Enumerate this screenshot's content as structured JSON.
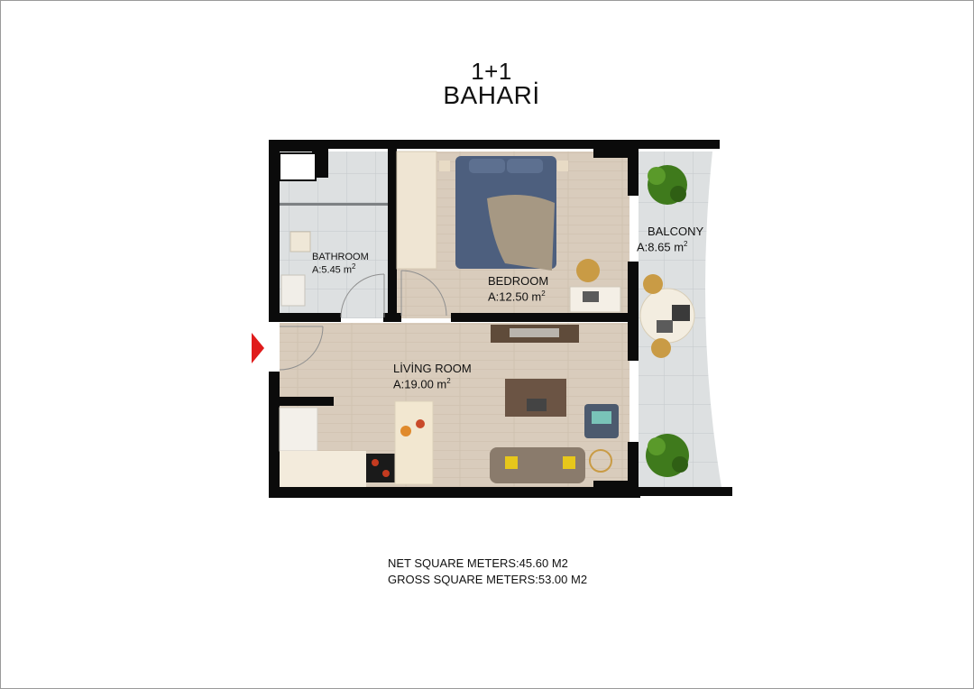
{
  "title": {
    "line1": "1+1",
    "line2": "BAHARİ"
  },
  "rooms": {
    "bathroom": {
      "name": "BATHROOM",
      "area": "A:5.45 m",
      "unit_sup": "2"
    },
    "bedroom": {
      "name": "BEDROOM",
      "area": "A:12.50 m",
      "unit_sup": "2"
    },
    "living": {
      "name": "LİVİNG ROOM",
      "area": "A:19.00 m",
      "unit_sup": "2"
    },
    "balcony": {
      "name": "BALCONY",
      "area": "A:8.65 m",
      "unit_sup": "2"
    }
  },
  "totals": {
    "net": "NET SQUARE METERS:45.60 M2",
    "gross": "GROSS SQUARE METERS:53.00 M2"
  },
  "colors": {
    "wall": "#0b0b0b",
    "floor_wood": "#d9ccbc",
    "floor_tile": "#dcdfe0",
    "entrance_arrow": "#e01b1b",
    "bedding": "#4d5f7e",
    "plant": "#3f7a1c"
  },
  "icons": [
    "entrance-arrow-icon",
    "bed-icon",
    "sofa-icon",
    "plant-icon",
    "table-icon"
  ]
}
